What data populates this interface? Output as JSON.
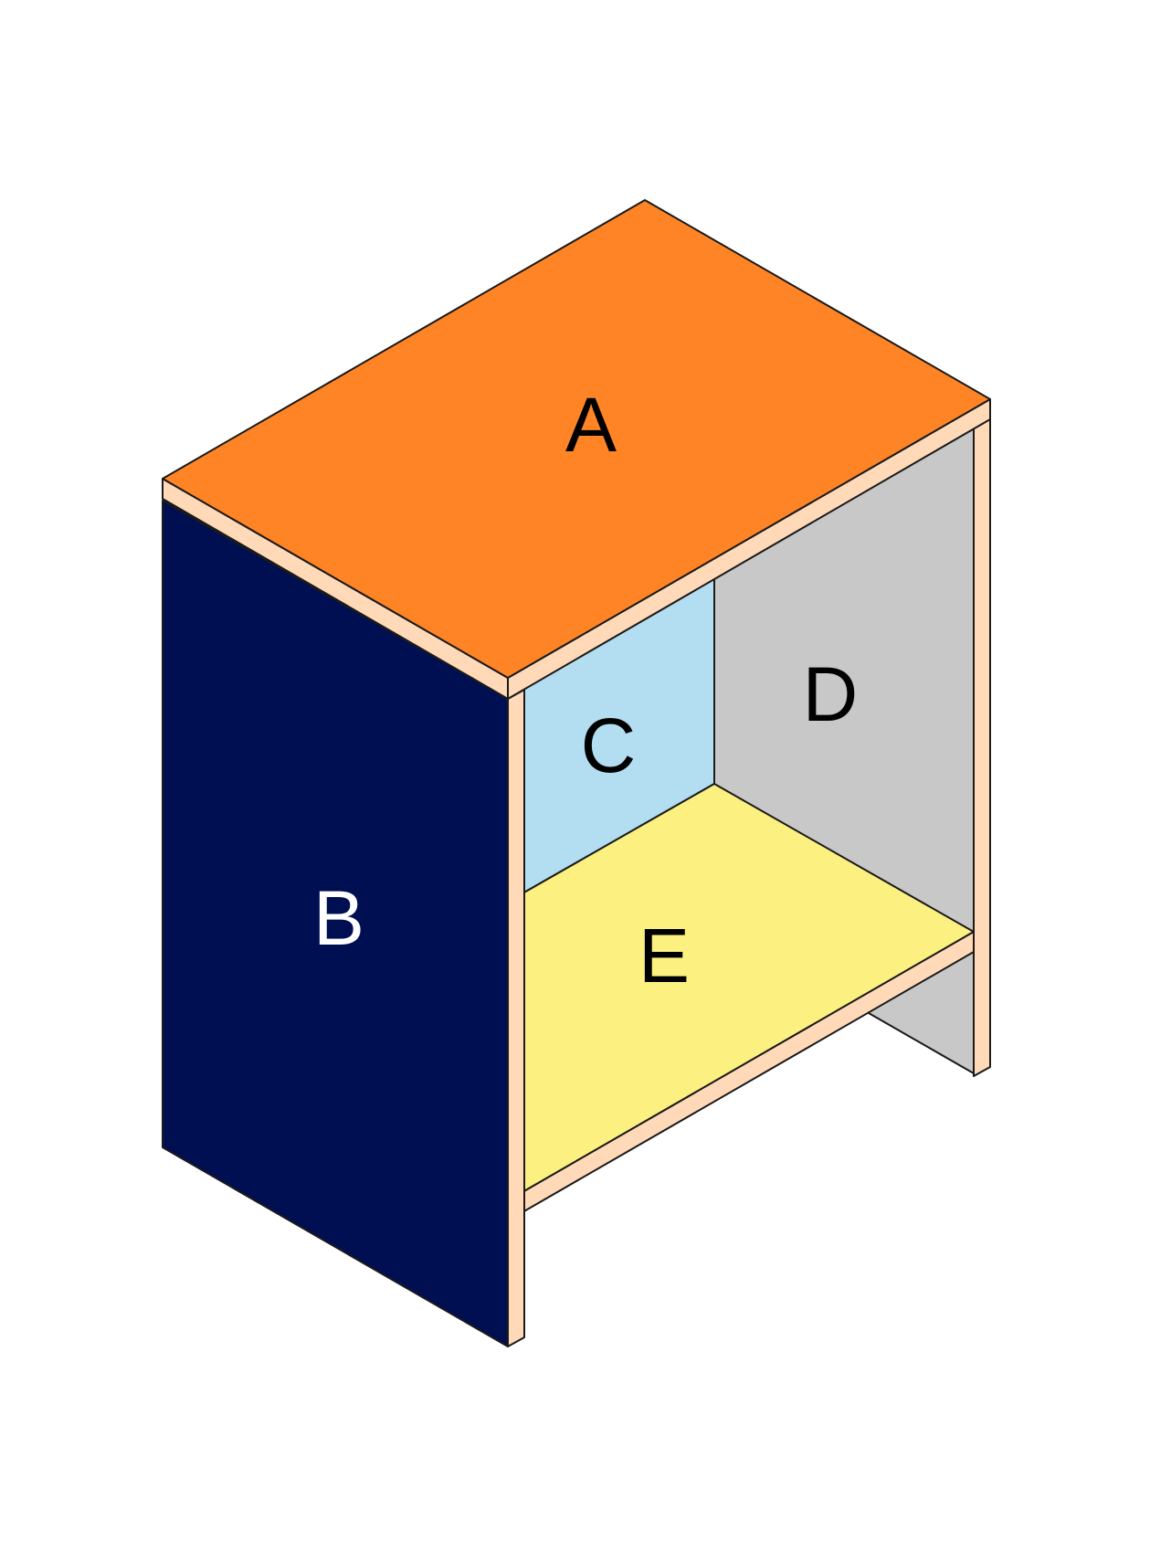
{
  "colors": {
    "top": "#FF8426",
    "left_side": "#000F52",
    "back_left": "#B3DDF0",
    "back_right": "#C8C8C8",
    "shelf": "#FBF080",
    "edge": "#FFD9B8",
    "outline": "#1a1a1a",
    "label_dark": "#000000",
    "label_light": "#ffffff"
  },
  "labels": {
    "top": "A",
    "left_side": "B",
    "back_left": "C",
    "back_right": "D",
    "shelf": "E"
  }
}
